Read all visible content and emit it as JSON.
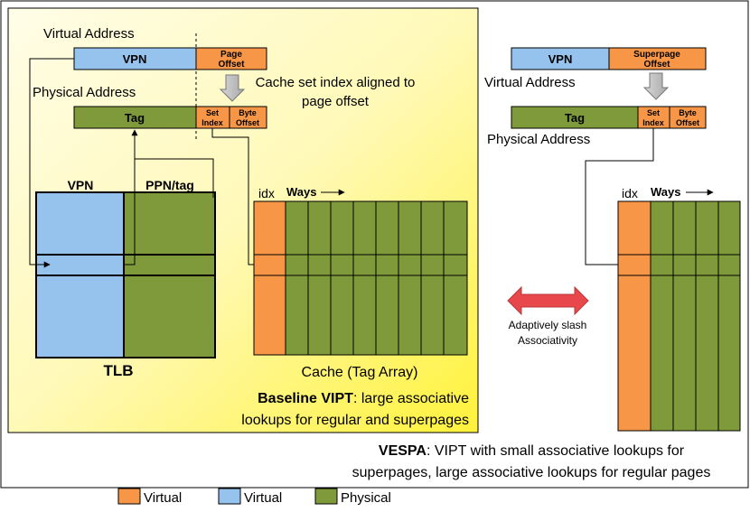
{
  "colors": {
    "virtual_orange": "#f79646",
    "virtual_blue": "#95c3ee",
    "physical": "#7f9a3a",
    "highlight_bg": "#fffbd0",
    "arrow_red": "#e8474c"
  },
  "left": {
    "virtual_address": "Virtual Address",
    "vpn": "VPN",
    "page_offset_l1": "Page",
    "page_offset_l2": "Offset",
    "physical_address": "Physical Address",
    "tag": "Tag",
    "set_index_l1": "Set",
    "set_index_l2": "Index",
    "byte_offset_l1": "Byte",
    "byte_offset_l2": "Offset",
    "note_l1": "Cache set index aligned to",
    "note_l2": "page offset",
    "tlb_vpn": "VPN",
    "tlb_ppn": "PPN/tag",
    "tlb_label": "TLB",
    "idx": "idx",
    "ways": "Ways",
    "cache_label": "Cache (Tag Array)",
    "caption_bold": "Baseline VIPT",
    "caption_rest": ": large associative",
    "caption_l2": "lookups for regular and superpages"
  },
  "right": {
    "vpn": "VPN",
    "superpage_offset_l1": "Superpage",
    "superpage_offset_l2": "Offset",
    "virtual_address": "Virtual Address",
    "tag": "Tag",
    "set_index_l1": "Set",
    "set_index_l2": "Index",
    "byte_offset_l1": "Byte",
    "byte_offset_l2": "Offset",
    "physical_address": "Physical Address",
    "idx": "idx",
    "ways": "Ways"
  },
  "middle": {
    "label_l1": "Adaptively slash",
    "label_l2": "Associativity"
  },
  "bottom": {
    "vespa_bold": "VESPA",
    "vespa_rest": ": VIPT with small associative lookups for",
    "vespa_l2": "superpages, large associative lookups for regular pages"
  },
  "legend": [
    {
      "label": "Virtual",
      "color": "#f79646"
    },
    {
      "label": "Virtual",
      "color": "#95c3ee"
    },
    {
      "label": "Physical",
      "color": "#7f9a3a"
    }
  ]
}
